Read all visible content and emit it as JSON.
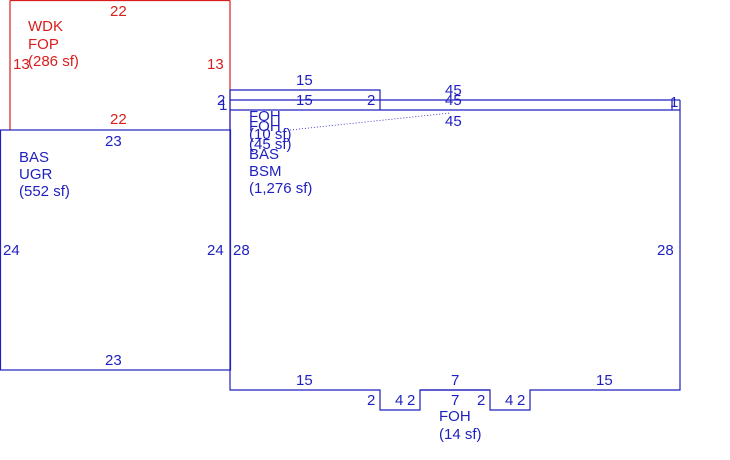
{
  "colors": {
    "blue": "#1f1fbf",
    "red": "#d81e1e"
  },
  "wdk": {
    "line1": "WDK",
    "line2": "FOP",
    "area": "(286 sf)",
    "top": "22",
    "bottom": "22",
    "left": "13",
    "right": "13"
  },
  "bas_ugr": {
    "line1": "BAS",
    "line2": "UGR",
    "area": "(552 sf)",
    "top": "23",
    "bottom": "23",
    "left": "24",
    "right": "24"
  },
  "main": {
    "line1": "BAS",
    "line2": "BSM",
    "area": "(1,276 sf)",
    "left": "28",
    "right": "28",
    "bottom_left": "15",
    "bottom_right": "15"
  },
  "top_strip": {
    "dim_top": "15",
    "dim_inner": "15",
    "dim_right": "2",
    "dim_left_a": "2",
    "dim_left_b": "1"
  },
  "long_strip": {
    "dim_a": "45",
    "dim_b": "45",
    "dim_c": "45",
    "dim_end": "1"
  },
  "foh_small": {
    "line1": "FOH",
    "line2": "FOH",
    "line3": "(10 sf)",
    "line4": "(45 sf)"
  },
  "bottom_bump": {
    "dim_left": "2",
    "dim_4a": "4",
    "dim_2a": "2",
    "dim_top": "7",
    "dim_inner": "7",
    "dim_2b": "2",
    "dim_4b": "4",
    "dim_2c": "2",
    "label": "FOH",
    "area": "(14 sf)"
  }
}
